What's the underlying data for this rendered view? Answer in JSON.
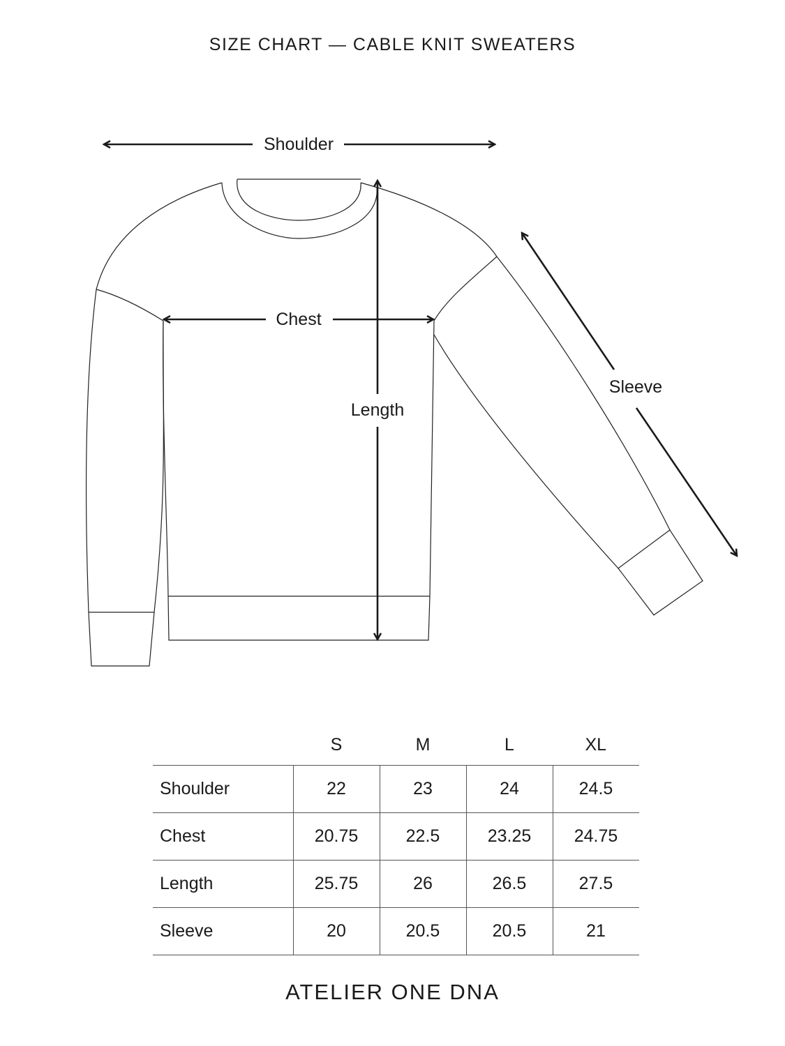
{
  "title": "SIZE CHART — CABLE KNIT SWEATERS",
  "diagram": {
    "labels": {
      "shoulder": "Shoulder",
      "chest": "Chest",
      "length": "Length",
      "sleeve": "Sleeve"
    }
  },
  "table": {
    "columns": [
      "S",
      "M",
      "L",
      "XL"
    ],
    "rows": [
      {
        "label": "Shoulder",
        "values": [
          "22",
          "23",
          "24",
          "24.5"
        ]
      },
      {
        "label": "Chest",
        "values": [
          "20.75",
          "22.5",
          "23.25",
          "24.75"
        ]
      },
      {
        "label": "Length",
        "values": [
          "25.75",
          "26",
          "26.5",
          "27.5"
        ]
      },
      {
        "label": "Sleeve",
        "values": [
          "20",
          "20.5",
          "20.5",
          "21"
        ]
      }
    ]
  },
  "brand": "ATELIER ONE DNA"
}
